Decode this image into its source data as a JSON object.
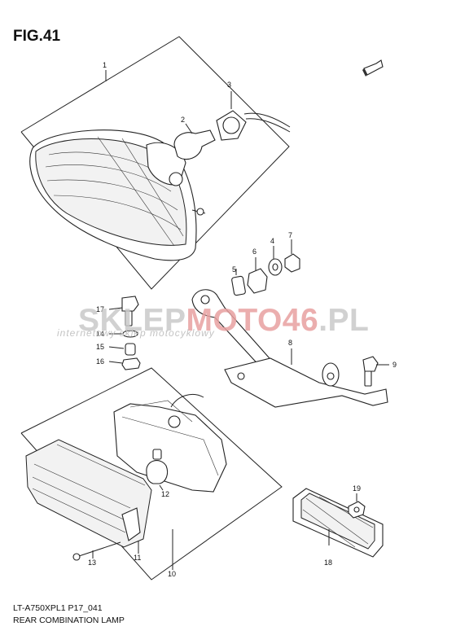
{
  "figure": {
    "title": "FIG.41"
  },
  "watermark": {
    "brand_a": "SKLEP",
    "brand_b": "MOTO46",
    "brand_c": ".PL",
    "tagline": "internetowy sklep motocyklowy"
  },
  "direction_icon": "fwd-arrow-icon",
  "callouts": [
    "1",
    "2",
    "3",
    "4",
    "5",
    "6",
    "7",
    "8",
    "9",
    "10",
    "11",
    "12",
    "13",
    "14",
    "15",
    "16",
    "17",
    "18",
    "19"
  ],
  "footer": {
    "model_code": "LT-A750XPL1  P17_041",
    "diagram_name": "REAR COMBINATION LAMP"
  }
}
